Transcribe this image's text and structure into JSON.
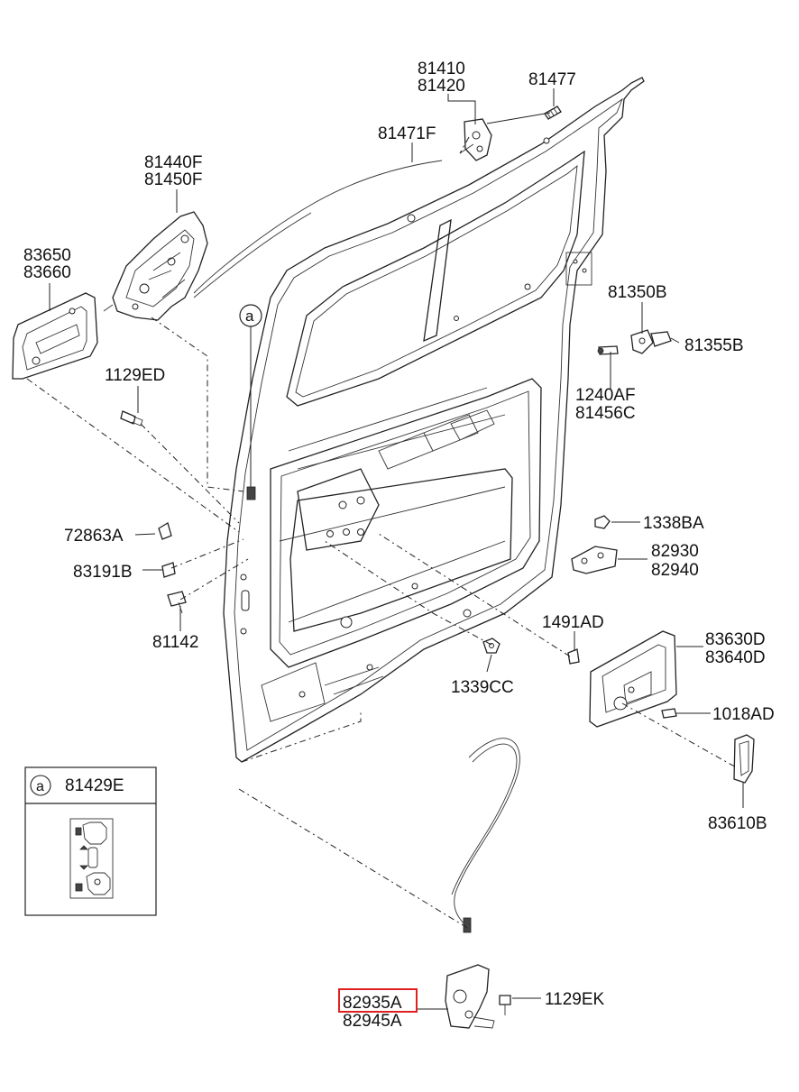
{
  "diagram": {
    "highlight_color": "#e02020",
    "line_color": "#222222",
    "labels": {
      "p81410": "81410",
      "p81420": "81420",
      "p81477": "81477",
      "p81471F": "81471F",
      "p81440F": "81440F",
      "p81450F": "81450F",
      "p83650": "83650",
      "p83660": "83660",
      "callout_a": "a",
      "p1129ED": "1129ED",
      "p81350B": "81350B",
      "p81355B": "81355B",
      "p1240AF": "1240AF",
      "p81456C": "81456C",
      "p1338BA": "1338BA",
      "p82930": "82930",
      "p82940": "82940",
      "p72863A": "72863A",
      "p83191B": "83191B",
      "p81142": "81142",
      "p1491AD": "1491AD",
      "p83630D": "83630D",
      "p83640D": "83640D",
      "p1339CC": "1339CC",
      "p1018AD": "1018AD",
      "p83610B": "83610B",
      "p82935A": "82935A",
      "p82945A": "82945A",
      "p1129EK": "1129EK"
    },
    "detail_box": {
      "marker": "a",
      "part_number": "81429E"
    }
  }
}
